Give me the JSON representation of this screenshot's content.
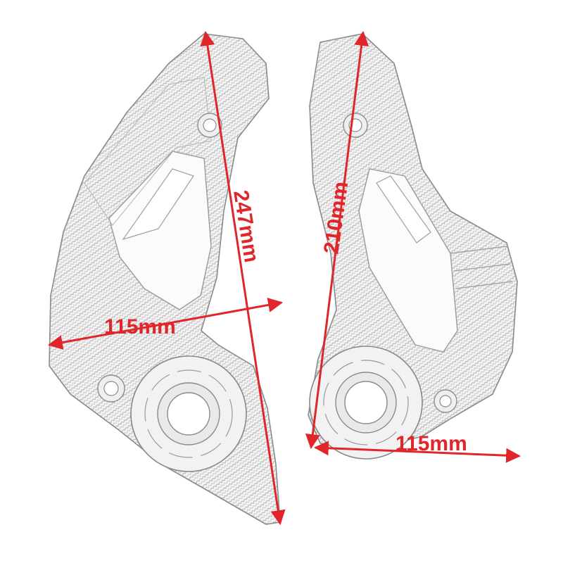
{
  "colors": {
    "background": "#ffffff",
    "dimension": "#e0262b",
    "part_outline": "#8a8a8a",
    "weave_a": "#c9c9c9",
    "weave_b": "#b2b2b2"
  },
  "dimensions": {
    "left_height": "247mm",
    "left_width": "115mm",
    "right_height": "210mm",
    "right_width": "115mm"
  }
}
